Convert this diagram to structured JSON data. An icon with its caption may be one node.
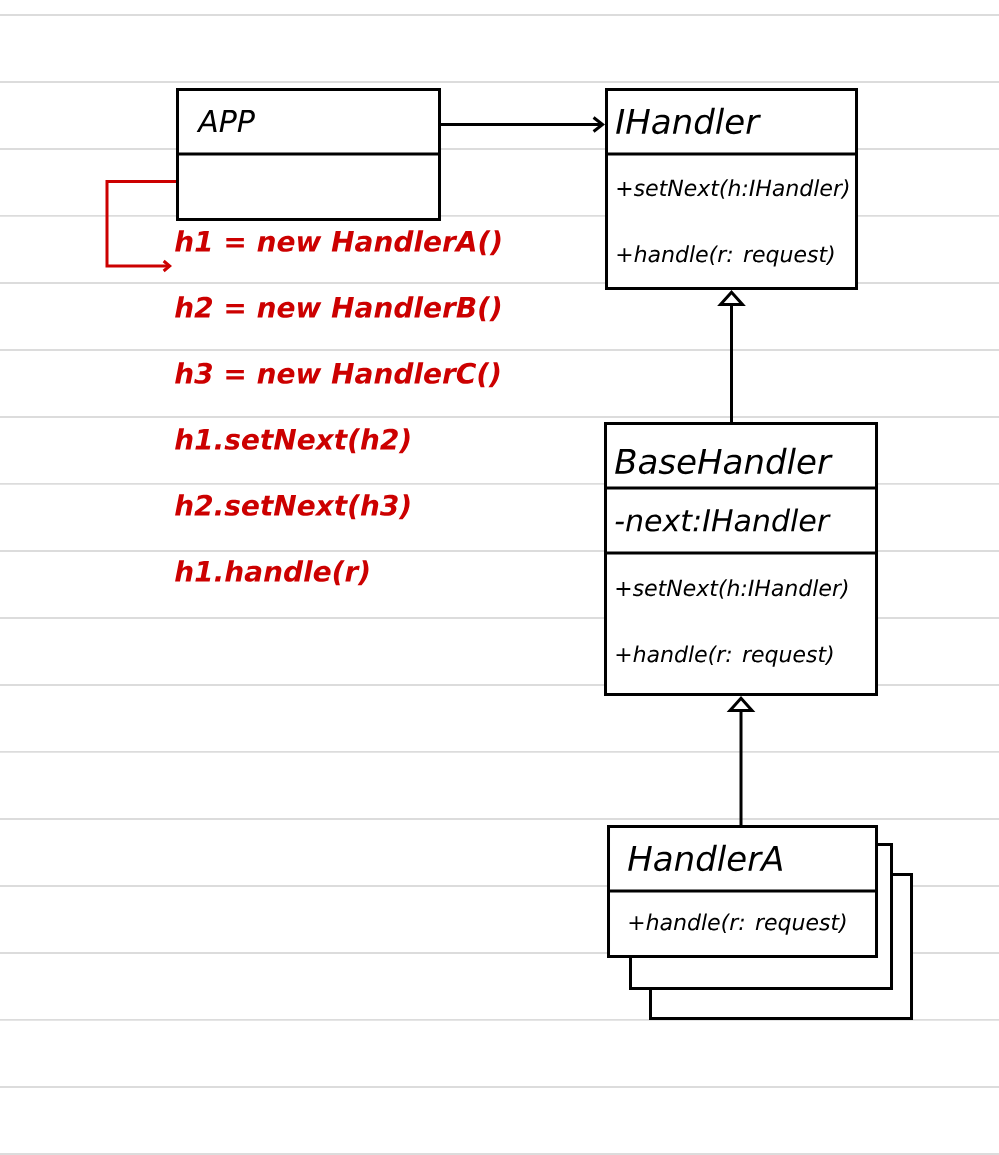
{
  "diagram": {
    "nodes": [
      {
        "text": [
          "APP"
        ]
      },
      {
        "text": [
          "IHandler",
          "+setNext(h:IHandler)",
          "+handle(r: request)"
        ]
      },
      {
        "text": [
          "BaseHandler",
          "-next:IHandler",
          "+setNext(h:IHandler)",
          "+handle(r: request)"
        ]
      },
      {
        "text": [
          "HandlerA",
          "+handle(r: request)"
        ]
      },
      {
        "text": [],
        "shape": "box"
      },
      {
        "text": [],
        "shape": "box"
      },
      {
        "text": [
          "h1 = new HandlerA()",
          "h2 = new HandlerB()",
          "h3 = new HandlerC()",
          "h1.setNext(h2)",
          "h2.setNext(h3)",
          "h1.handle(r)"
        ]
      }
    ],
    "edges": [
      {
        "from": 0,
        "to": 1,
        "arrow": "to"
      },
      {
        "from": 2,
        "to": 1,
        "arrow": "to"
      },
      {
        "from": 3,
        "to": 2,
        "arrow": "to"
      },
      {
        "from": 0,
        "to": 6,
        "arrow": "to",
        "color": "#cc0000"
      }
    ]
  }
}
